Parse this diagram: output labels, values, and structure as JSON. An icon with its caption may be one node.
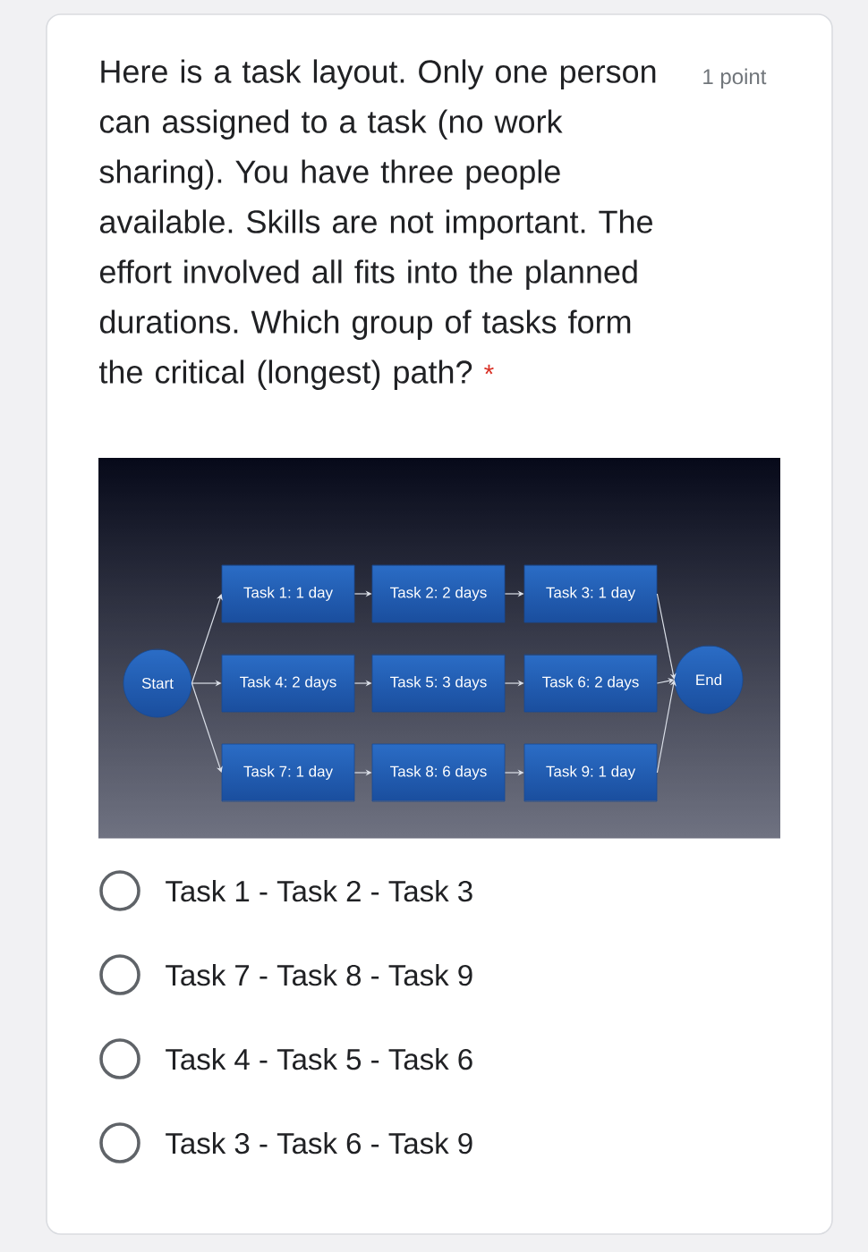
{
  "diagram": {
    "nodes": [
      {
        "text": [
          "Start"
        ]
      },
      {
        "text": [
          "Task 1: 1 day"
        ]
      },
      {
        "text": [
          "Task 2: 2 days"
        ]
      },
      {
        "text": [
          "Task 3: 1 day"
        ]
      },
      {
        "text": [
          "Task 4: 2 days"
        ]
      },
      {
        "text": [
          "Task 5: 3 days"
        ]
      },
      {
        "text": [
          "Task 6: 2 days"
        ]
      },
      {
        "text": [
          "Task 7: 1 day"
        ]
      },
      {
        "text": [
          "Task 8: 6 days"
        ]
      },
      {
        "text": [
          "Task 9: 1 day"
        ]
      },
      {
        "text": [
          "End"
        ]
      }
    ],
    "edges": [
      {
        "from": 0,
        "to": 1,
        "arrow": "to"
      },
      {
        "from": 0,
        "to": 4,
        "arrow": "to"
      },
      {
        "from": 0,
        "to": 7,
        "arrow": "to"
      },
      {
        "from": 1,
        "to": 2,
        "arrow": "to"
      },
      {
        "from": 2,
        "to": 3,
        "arrow": "to"
      },
      {
        "from": 4,
        "to": 5,
        "arrow": "to"
      },
      {
        "from": 5,
        "to": 6,
        "arrow": "to"
      },
      {
        "from": 7,
        "to": 8,
        "arrow": "to"
      },
      {
        "from": 8,
        "to": 9,
        "arrow": "to"
      },
      {
        "from": 3,
        "to": 10,
        "arrow": "to"
      },
      {
        "from": 6,
        "to": 10,
        "arrow": "to"
      },
      {
        "from": 9,
        "to": 10,
        "arrow": "to"
      }
    ],
    "labels": [
      "Here is a task layout. Only one person can assigned to a task (no work sharing). You have three people available. Skills are not important. The effort involved all fits into the planned durations. Which group of tasks form the critical (longest) path?",
      "*",
      "1 point",
      "Task 1 - Task 2 - Task 3",
      "Task 7 - Task 8 - Task 9",
      "Task 4 - Task 5 - Task 6",
      "Task 3 - Task 6 - Task 9"
    ]
  }
}
